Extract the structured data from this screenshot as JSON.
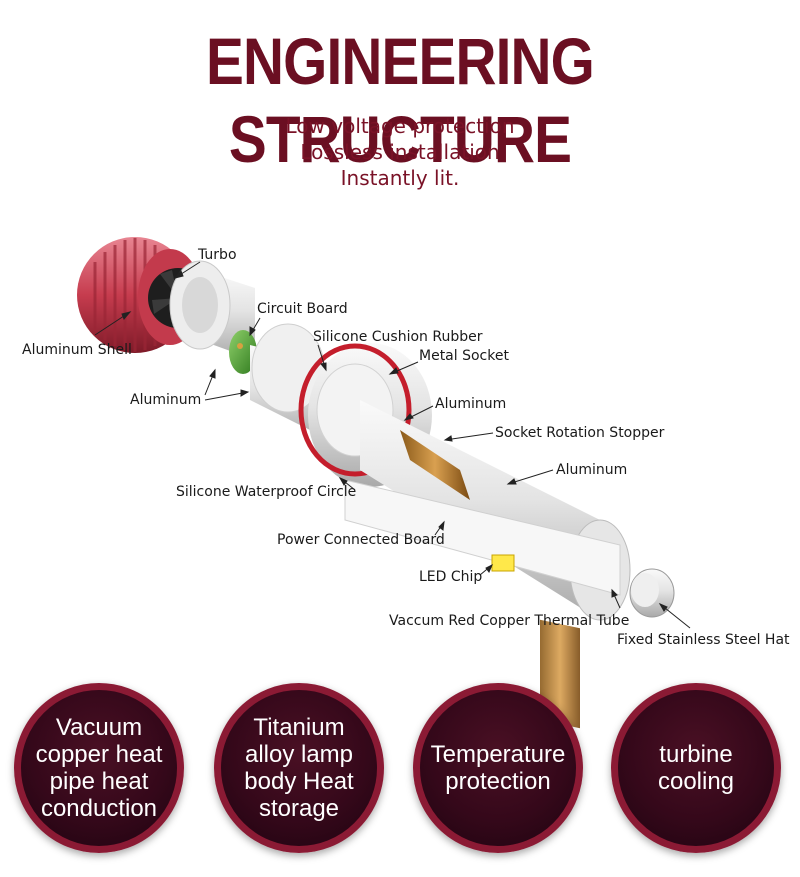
{
  "header": {
    "title": "ENGINEERING STRUCTURE",
    "subtitle_lines": [
      "Low voltage protection",
      "Lossless installation",
      "Instantly lit."
    ]
  },
  "parts": {
    "turbo": "Turbo",
    "circuit_board": "Circuit Board",
    "aluminum_shell": "Aluminum Shell",
    "silicone_cushion_rubber": "Silicone Cushion Rubber",
    "metal_socket": "Metal Socket",
    "aluminum_left": "Aluminum",
    "aluminum_mid": "Aluminum",
    "socket_rotation_stopper": "Socket Rotation Stopper",
    "aluminum_right": "Aluminum",
    "silicone_waterproof_circle": "Silicone Waterproof Circle",
    "power_connected_board": "Power Connected Board",
    "led_chip": "LED Chip",
    "vaccum_red_copper_thermal_tube": "Vaccum Red Copper Thermal Tube",
    "fixed_stainless_steel_hat": "Fixed Stainless Steel Hat"
  },
  "features": [
    "Vacuum\ncopper heat\npipe heat\nconduction",
    "Titanium\nalloy lamp\nbody Heat\nstorage",
    "Temperature\nprotection",
    "turbine\ncooling"
  ],
  "colors": {
    "title": "#6b0f22",
    "subtitle": "#7a1227",
    "circle_border": "#8b1a34",
    "circle_fill": "#35081a"
  }
}
